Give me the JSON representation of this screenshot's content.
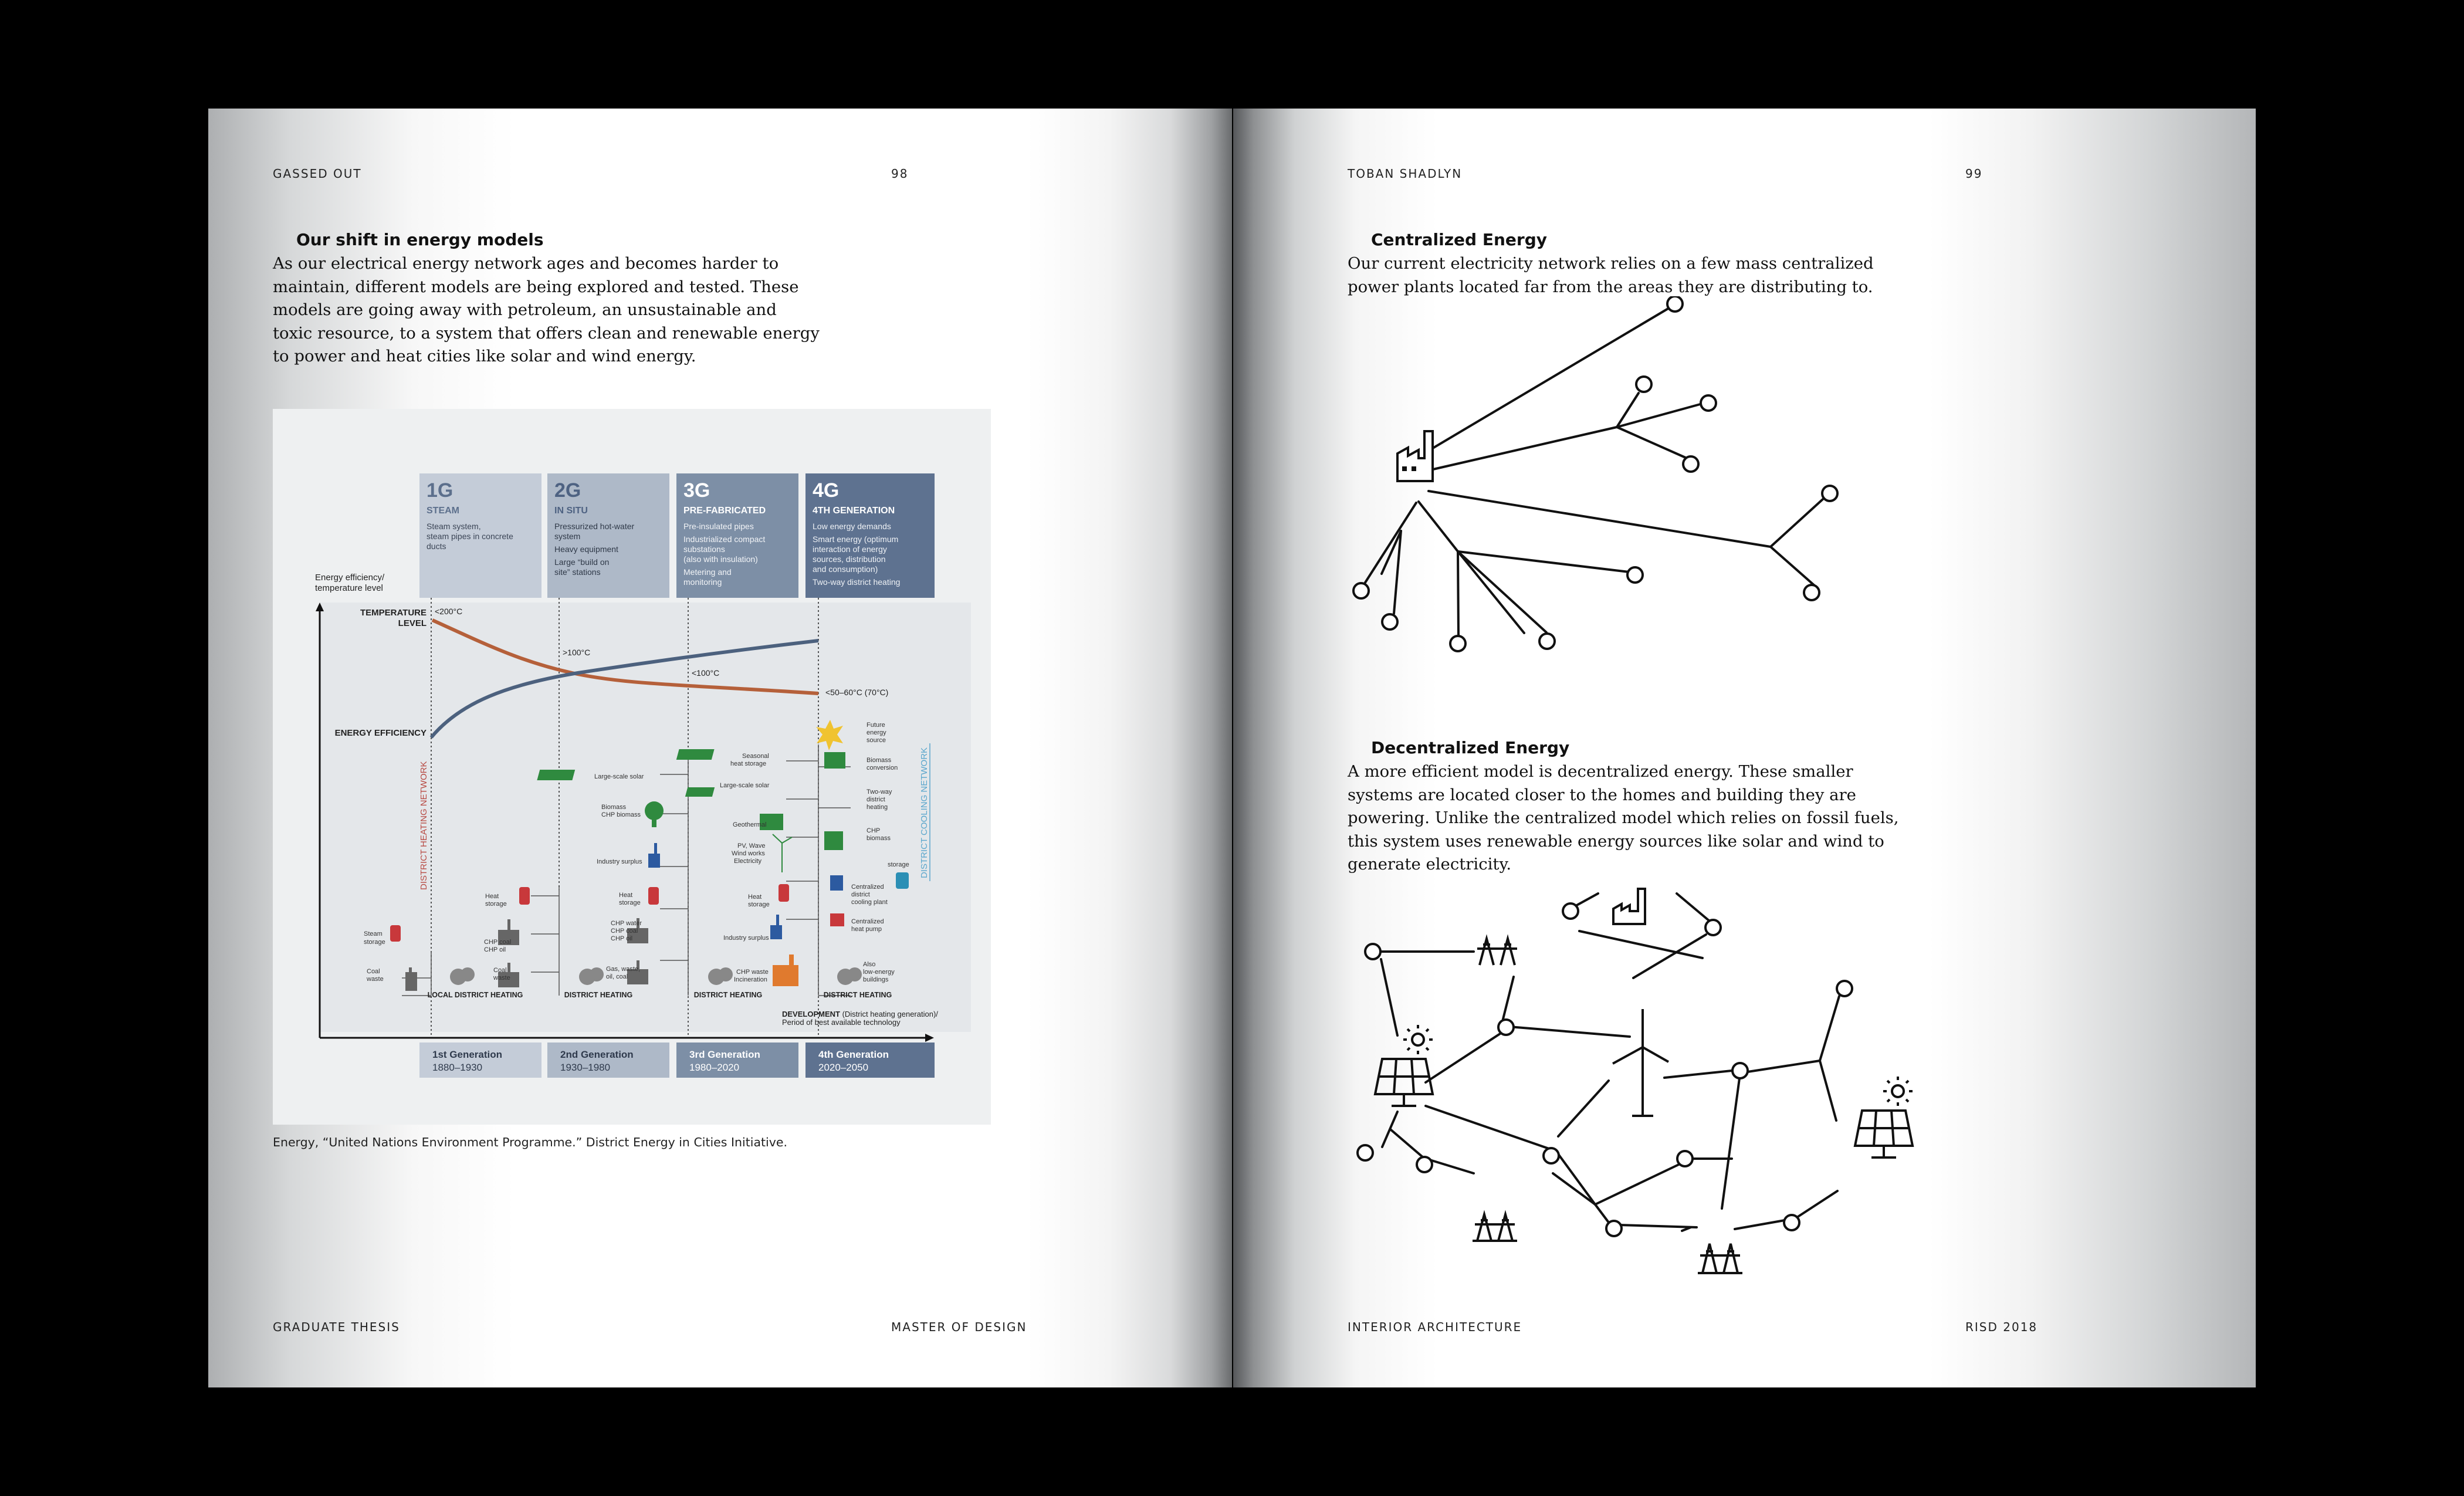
{
  "left_page": {
    "running_head": "GASSED OUT",
    "page_number": "98",
    "heading": "Our shift in energy models",
    "body_lines": [
      "As our electrical energy network ages and becomes harder to",
      "maintain, different models are being explored and tested. These",
      "models are going away with petroleum, an unsustainable and",
      "toxic resource, to a system that offers clean and renewable energy",
      "to power and heat cities like solar and wind energy."
    ],
    "caption": "Energy, “United Nations Environment Programme.” District Energy in Cities Initiative.",
    "footer_left": "GRADUATE THESIS",
    "footer_right": "MASTER OF DESIGN"
  },
  "right_page": {
    "running_head": "TOBAN SHADLYN",
    "page_number": "99",
    "section1_heading": "Centralized Energy",
    "section1_lines": [
      "Our current electricity network relies on a few mass centralized",
      "power plants located far from the areas they are distributing to."
    ],
    "section2_heading": "Decentralized Energy",
    "section2_lines": [
      "A more efficient model is decentralized energy. These smaller",
      "systems are located closer to the homes and building they are",
      "powering. Unlike the centralized model which relies on fossil fuels,",
      "this system uses renewable energy sources like solar and wind to",
      "generate electricity."
    ],
    "footer_left": "INTERIOR ARCHITECTURE",
    "footer_right": "RISD 2018"
  },
  "figure": {
    "y_axis_label_lines": [
      "Energy efficiency/",
      "temperature level"
    ],
    "temperature_label_lines": [
      "TEMPERATURE",
      "LEVEL"
    ],
    "efficiency_label": "ENERGY EFFICIENCY",
    "district_heating_label": "DISTRICT HEATING NETWORK",
    "district_cooling_label": "DISTRICT COOLING NETWORK",
    "development_label_bold": "DEVELOPMENT",
    "development_label_rest": " (District heating generation)/",
    "development_label_line2": "Period of best available technology",
    "generations": [
      {
        "code": "1G",
        "subtitle": "STEAM",
        "notes": [
          "Steam system,",
          "steam pipes in concrete",
          "ducts"
        ],
        "label": "1st Generation",
        "years": "1880–1930",
        "stage": "LOCAL DISTRICT HEATING",
        "temp": "<200°C",
        "color": "#c4ccd8"
      },
      {
        "code": "2G",
        "subtitle": "IN SITU",
        "notes": [
          "Pressurized hot-water",
          "system",
          "Heavy equipment",
          "Large “build on",
          "site” stations"
        ],
        "label": "2nd Generation",
        "years": "1930–1980",
        "stage": "DISTRICT HEATING",
        "temp": ">100°C",
        "color": "#aeb9c8"
      },
      {
        "code": "3G",
        "subtitle": "PRE-FABRICATED",
        "notes": [
          "Pre-insulated pipes",
          "Industrialized compact",
          "substations",
          "(also with insulation)",
          "Metering and",
          "monitoring"
        ],
        "label": "3rd Generation",
        "years": "1980–2020",
        "stage": "DISTRICT HEATING",
        "temp": "<100°C",
        "color": "#7d8fa6"
      },
      {
        "code": "4G",
        "subtitle": "4TH GENERATION",
        "notes": [
          "Low energy demands",
          "Smart energy (optimum",
          "interaction of energy",
          "sources, distribution",
          "and consumption)",
          "Two-way district heating"
        ],
        "label": "4th Generation",
        "years": "2020–2050",
        "stage": "DISTRICT HEATING",
        "temp": "<50–60°C (70°C)",
        "color": "#5e7290"
      }
    ],
    "diagram_labels": {
      "steam_storage": [
        "Steam",
        "storage"
      ],
      "coal_waste_1": [
        "Coal",
        "waste"
      ],
      "heat_storage": [
        "Heat",
        "storage"
      ],
      "chp_coal": [
        "CHP coal",
        "CHP oil"
      ],
      "coal_waste_2": [
        "Coal",
        "waste"
      ],
      "large_solar_1": "Large-scale solar",
      "biomass_chp": [
        "Biomass",
        "CHP biomass"
      ],
      "industry_surplus": "Industry surplus",
      "chp_water": [
        "CHP water",
        "CHP coal",
        "CHP oil"
      ],
      "gas_waste": [
        "Gas, waste,",
        "oil, coal"
      ],
      "seasonal_storage": [
        "Seasonal",
        "heat storage"
      ],
      "large_solar_2": "Large-scale solar",
      "geothermal": "Geothermal",
      "pv_wave_wind": [
        "PV, Wave",
        "Wind works",
        "Electricity"
      ],
      "chp_waste": [
        "CHP waste",
        "Incineration"
      ],
      "future_source": [
        "Future",
        "energy",
        "source"
      ],
      "biomass_conversion": [
        "Biomass",
        "conversion"
      ],
      "two_way_heating": [
        "Two-way",
        "district",
        "heating"
      ],
      "chp_biomass": [
        "CHP",
        "biomass"
      ],
      "cooling_plant": [
        "Centralized",
        "district",
        "cooling plant"
      ],
      "heat_pump": [
        "Centralized",
        "heat pump"
      ],
      "low_energy": [
        "Also",
        "low-energy",
        "buildings"
      ],
      "storage": "storage"
    },
    "curves": {
      "temperature_color": "#b5603a",
      "efficiency_color": "#4c617e"
    }
  }
}
